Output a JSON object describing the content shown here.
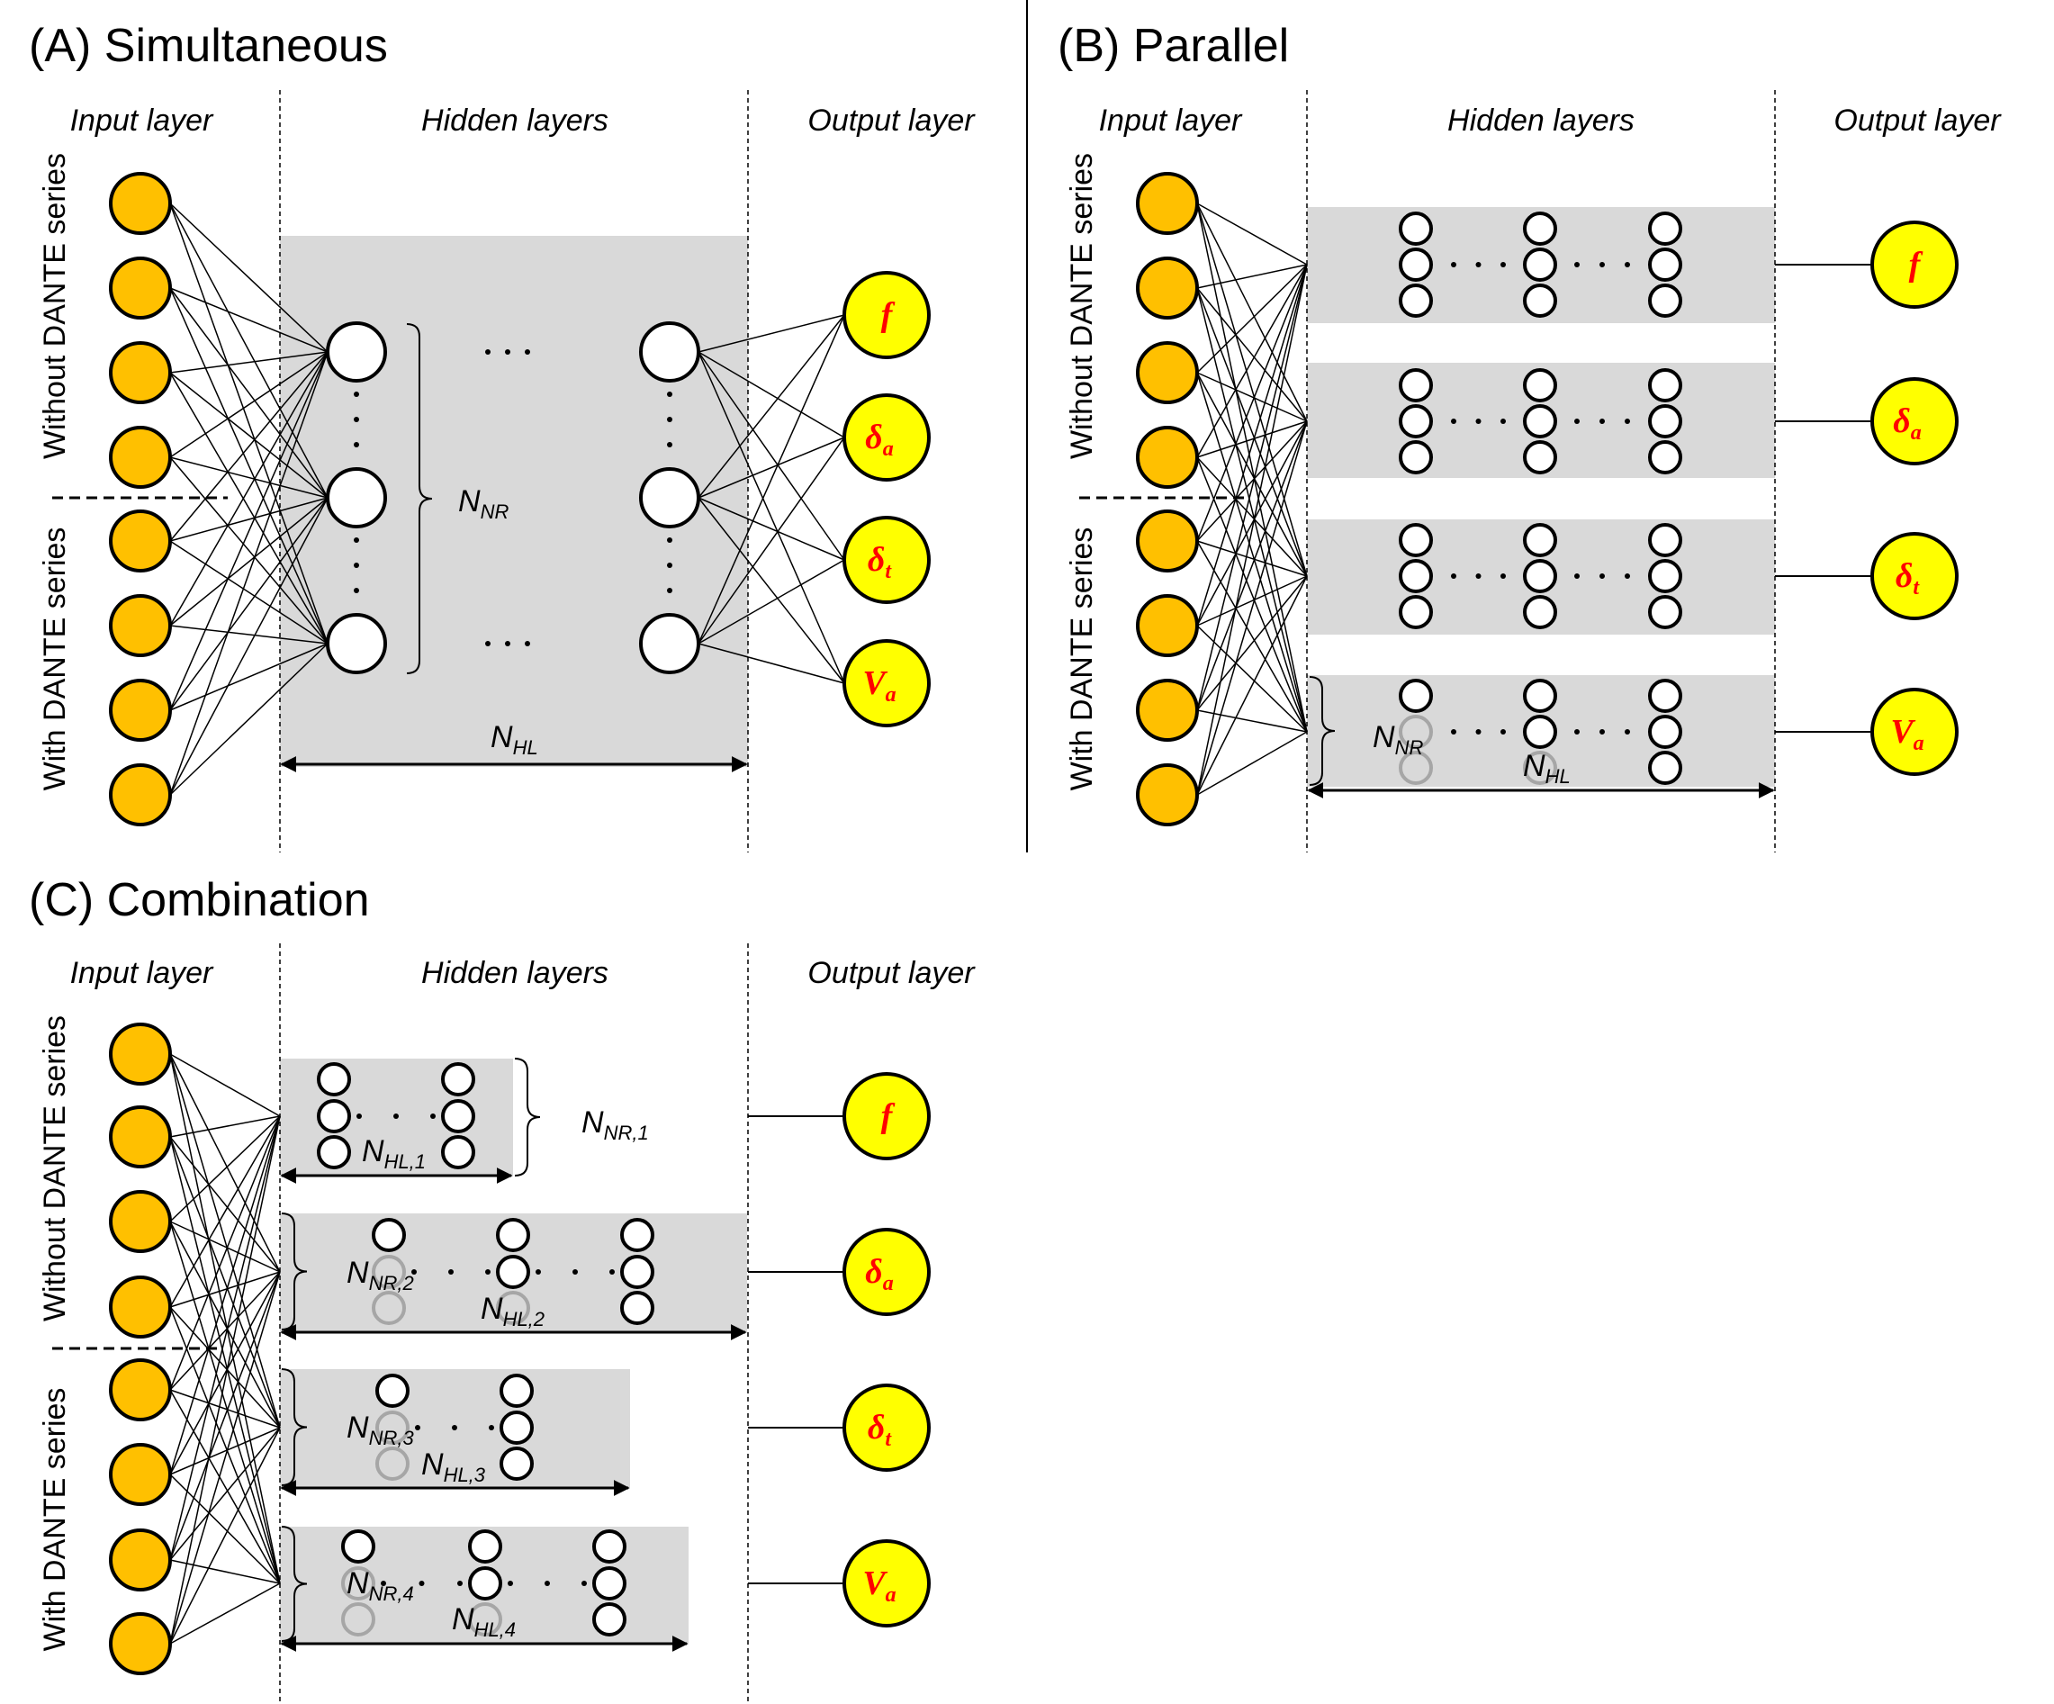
{
  "colors": {
    "input_node_fill": "#FFC000",
    "output_node_fill": "#FFFF00",
    "output_label_color": "#FF0000",
    "hidden_band_fill": "#D9D9D9",
    "faded_node_stroke": "#A6A6A6",
    "stroke": "#000000"
  },
  "headers": {
    "input": "Input layer",
    "hidden": "Hidden layers",
    "output": "Output layer"
  },
  "side_labels": {
    "without": "Without DANTE series",
    "with": "With DANTE series"
  },
  "input_nodes": {
    "without_count": 4,
    "with_count": 4
  },
  "outputs": [
    {
      "id": "f",
      "main": "f",
      "sub": ""
    },
    {
      "id": "delta_a",
      "main": "δ",
      "sub": "a"
    },
    {
      "id": "delta_t",
      "main": "δ",
      "sub": "t"
    },
    {
      "id": "V_a",
      "main": "V",
      "sub": "a"
    }
  ],
  "panels": {
    "A": {
      "title": "(A) Simultaneous",
      "nnr": {
        "main": "N",
        "sub": "NR"
      },
      "nhl": {
        "main": "N",
        "sub": "HL"
      },
      "ellipsis": "· · ·"
    },
    "B": {
      "title": "(B) Parallel",
      "nnr": {
        "main": "N",
        "sub": "NR"
      },
      "nhl": {
        "main": "N",
        "sub": "HL"
      },
      "groups": 4
    },
    "C": {
      "title": "(C) Combination",
      "groups": [
        {
          "nnr": {
            "main": "N",
            "sub": "NR,1"
          },
          "nhl": {
            "main": "N",
            "sub": "HL,1"
          },
          "columns": 2
        },
        {
          "nnr": {
            "main": "N",
            "sub": "NR,2"
          },
          "nhl": {
            "main": "N",
            "sub": "HL,2"
          },
          "columns": 3
        },
        {
          "nnr": {
            "main": "N",
            "sub": "NR,3"
          },
          "nhl": {
            "main": "N",
            "sub": "HL,3"
          },
          "columns": 2
        },
        {
          "nnr": {
            "main": "N",
            "sub": "NR,4"
          },
          "nhl": {
            "main": "N",
            "sub": "HL,4"
          },
          "columns": 3
        }
      ]
    }
  }
}
